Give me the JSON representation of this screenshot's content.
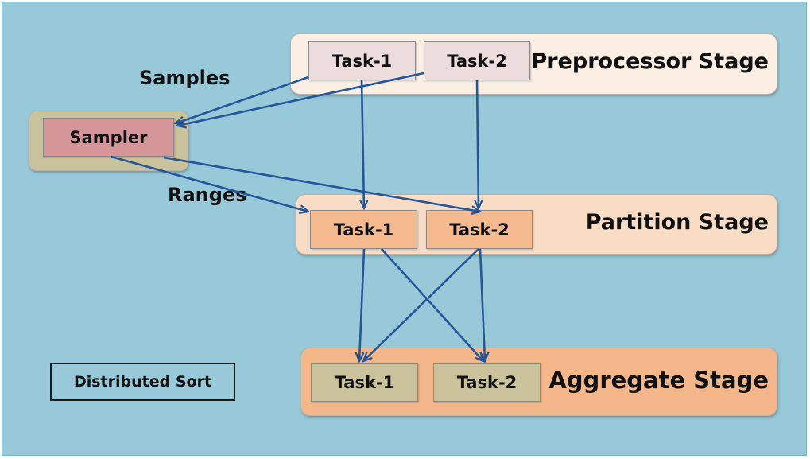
{
  "stages": {
    "preprocessor": {
      "label": "Preprocessor Stage",
      "tasks": [
        "Task-1",
        "Task-2"
      ]
    },
    "partition": {
      "label": "Partition Stage",
      "tasks": [
        "Task-1",
        "Task-2"
      ]
    },
    "aggregate": {
      "label": "Aggregate Stage",
      "tasks": [
        "Task-1",
        "Task-2"
      ]
    }
  },
  "sampler": {
    "label": "Sampler"
  },
  "edge_labels": {
    "samples": "Samples",
    "ranges": "Ranges"
  },
  "legend": {
    "label": "Distributed Sort"
  },
  "colors": {
    "background": "#98c9d9",
    "preprocessor_stage": "#fbeee3",
    "preprocessor_task": "#eddcdc",
    "partition_stage": "#f9dcc4",
    "partition_task": "#f4b98c",
    "aggregate_stage": "#f4b78a",
    "aggregate_task": "#c9c29a",
    "sampler_container": "#c9c29a",
    "sampler_task": "#d5969a",
    "arrow": "#24569a"
  }
}
